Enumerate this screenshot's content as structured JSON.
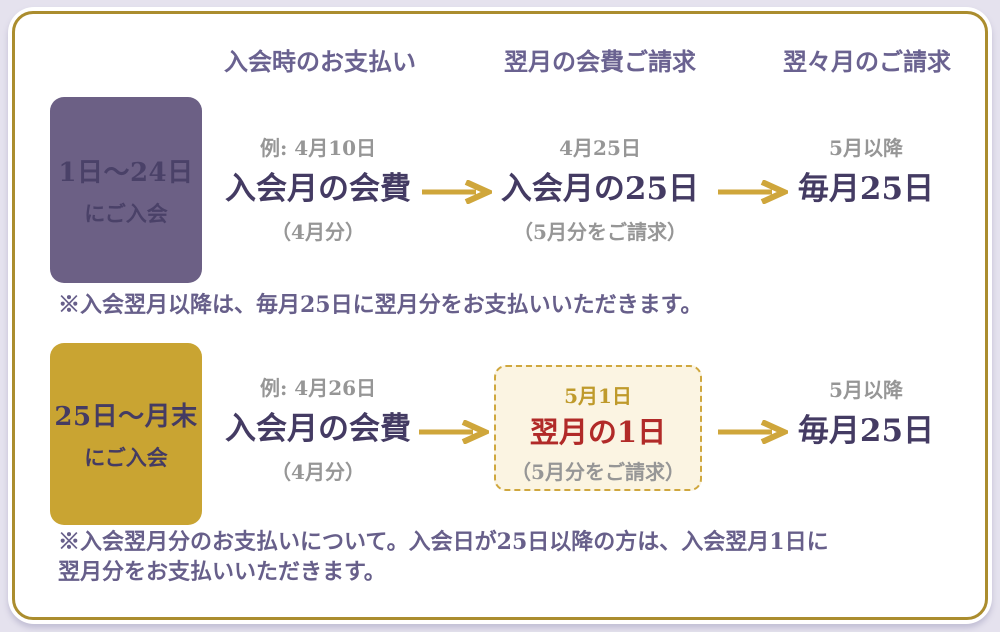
{
  "colors": {
    "page_bg": "#e5e2ee",
    "card_bg": "#ffffff",
    "card_border_gold": "#ab8d2e",
    "arrow_gold": "#cfa63b",
    "header_purple": "#6a6290",
    "value_dark_purple": "#443b63",
    "muted_gray": "#969696",
    "note_purple": "#675f8a",
    "badge_purple_bg": "#6c6085",
    "badge_gold_bg": "#c9a432",
    "highlight_box_bg": "#fbf4e2",
    "highlight_box_border": "#cfa73e",
    "highlight_date_gold": "#bf9a2b",
    "highlight_red": "#b12a28"
  },
  "icons": {
    "arrow_right": "→"
  },
  "column_headers": [
    {
      "label": "入会時のお支払い"
    },
    {
      "label": "翌月の会費ご請求"
    },
    {
      "label": "翌々月のご請求"
    }
  ],
  "row1": {
    "badge": {
      "period": "1日〜24日",
      "suffix": "にご入会"
    },
    "step1": {
      "date": "例: 4月10日",
      "main": "入会月の会費",
      "sub": "（4月分）"
    },
    "step2": {
      "date": "4月25日",
      "main": "入会月の25日",
      "sub": "（5月分をご請求）"
    },
    "step3": {
      "date": "5月以降",
      "main": "毎月25日"
    },
    "note": "※入会翌月以降は、毎月25日に翌月分をお支払いいただきます。"
  },
  "row2": {
    "badge": {
      "period": "25日〜月末",
      "suffix": "にご入会"
    },
    "step1": {
      "date": "例: 4月26日",
      "main": "入会月の会費",
      "sub": "（4月分）"
    },
    "step2": {
      "date": "5月1日",
      "main": "翌月の1日",
      "sub": "（5月分をご請求）"
    },
    "step3": {
      "date": "5月以降",
      "main": "毎月25日"
    },
    "note_line1": "※入会翌月分のお支払いについて。入会日が25日以降の方は、入会翌月1日に",
    "note_line2": "翌月分をお支払いいただきます。"
  }
}
